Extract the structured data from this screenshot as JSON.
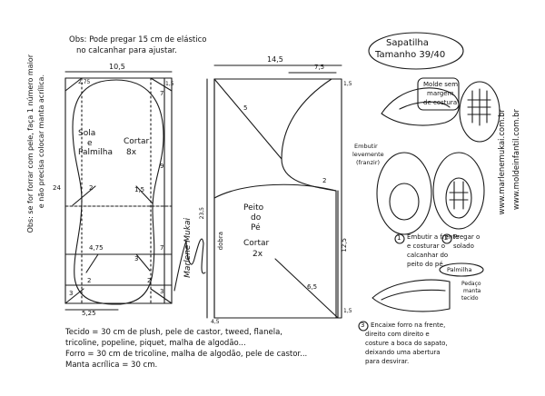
{
  "notes": {
    "obs_top_line1": "Obs: Pode pregar 15 cm de elástico",
    "obs_top_line2": "no calcanhar para ajustar.",
    "obs_side_line1": "Obs: se for forrar com pele, faça 1 número maior",
    "obs_side_line2": "e não precisa colocar manta acrílica."
  },
  "title": {
    "line1": "Sapatilha",
    "line2": "Tamanho 39/40"
  },
  "sole": {
    "label1": "Sola",
    "label2": "e",
    "label3": "Palmilha",
    "cut1": "Cortar",
    "cut2": "8x",
    "width": "10,5",
    "d_top": "2,75",
    "d_right": "1,5",
    "d_7": "7",
    "d_9": "9",
    "d_7b": "7",
    "d_2": "2",
    "d_15": "1,5",
    "d_475": "4,75",
    "d_3a": "3",
    "d_3b": "3",
    "d_2b": "2",
    "bottom_width": "5,25",
    "d_3c": "3",
    "d_2c": "2",
    "grain": "24"
  },
  "upper": {
    "width": "14,5",
    "d_75": "7,5",
    "d_15": "1,5",
    "d_5": "5",
    "d_2": "2",
    "label1": "Peito",
    "label2": "do",
    "label3": "Pé",
    "cut1": "Cortar",
    "cut2": "2x",
    "fold": "dobra",
    "side": "23,5",
    "d_125": "12,5",
    "d_65": "6,5",
    "d_45": "4,5",
    "d_15b": "1,5"
  },
  "steps": {
    "mold_note_1": "Molde sem",
    "mold_note_2": "margem",
    "mold_note_3": "de costura",
    "embutir_1": "Embutir",
    "embutir_2": "levemente",
    "embutir_3": "(franzir)",
    "step1_1": "Embutir a frente",
    "step1_2": "e costurar o",
    "step1_3": "calcanhar do",
    "step1_4": "peito do pé",
    "step2_1": "Pregar o",
    "step2_2": "solado",
    "step3_1": "Encaixe forro na frente,",
    "step3_2": "direito com direito e",
    "step3_3": "costure a boca do sapato,",
    "step3_4": "deixando uma abertura",
    "step3_5": "para desvirar.",
    "palmilha": "Palmilha",
    "manta_1": "Pedaço",
    "manta_2": "manta",
    "manta_3": "tecido",
    "n1": "1",
    "n2": "2",
    "n3": "3"
  },
  "materials": {
    "line1": "Tecido = 30 cm de plush, pele de castor, tweed, flanela,",
    "line2": "tricoline, popeline, piquet, malha de algodão...",
    "line3": "Forro = 30 cm de tricoline, malha de algodão, pele de castor...",
    "line4": "Manta acrílica = 30 cm."
  },
  "side_url": {
    "line1": "www.marlenemukai.com.br",
    "line2": "www.moldeinfantil.com.br"
  },
  "signature": "Marlene Mukai"
}
